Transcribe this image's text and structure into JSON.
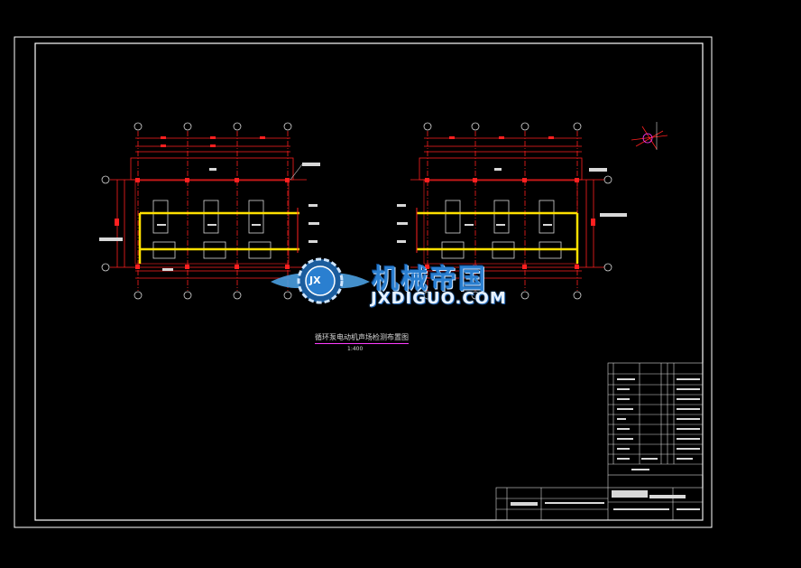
{
  "drawing": {
    "title": "循环泵电动机声场检测布置图",
    "scale": "1:400"
  },
  "watermark": {
    "chinese": "机械帝国",
    "english": "JXDIGUO.COM",
    "logo_letters": "JX"
  },
  "colors": {
    "background": "#000000",
    "frame": "#ffffff",
    "grid": "#ff2020",
    "yellow_line": "#ffe000",
    "magenta": "#ff3cff",
    "watermark_blue": "#2a7fd0"
  }
}
